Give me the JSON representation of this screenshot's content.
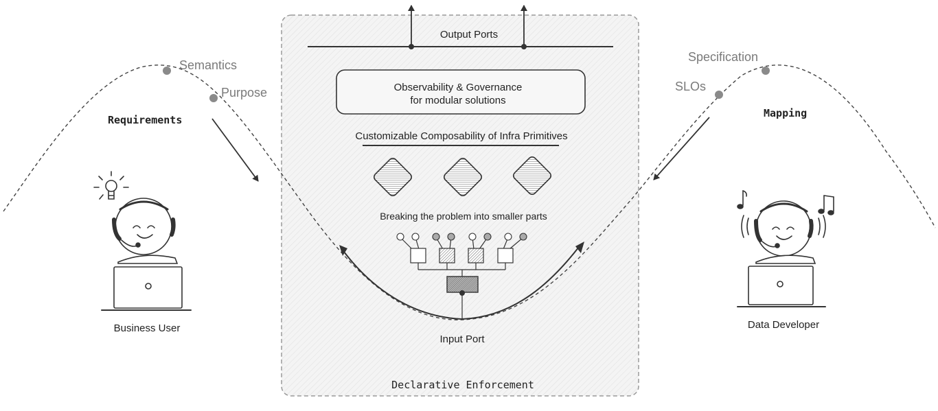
{
  "left": {
    "curve_labels": [
      "Semantics",
      "Purpose"
    ],
    "heading": "Requirements",
    "persona": "Business User"
  },
  "right": {
    "curve_labels": [
      "Specification",
      "SLOs"
    ],
    "heading": "Mapping",
    "persona": "Data Developer"
  },
  "center": {
    "output_ports": "Output Ports",
    "governance_line1": "Observability & Governance",
    "governance_line2": "for modular solutions",
    "composability": "Customizable Composability of Infra Primitives",
    "breaking": "Breaking the problem into smaller parts",
    "input_port": "Input Port",
    "footer": "Declarative Enforcement"
  },
  "colors": {
    "panel_fill": "#f3f3f3",
    "panel_border": "#9a9a9a",
    "stroke": "#333333",
    "dot_gray": "#8a8a8a",
    "label_gray": "#7a7a7a"
  }
}
